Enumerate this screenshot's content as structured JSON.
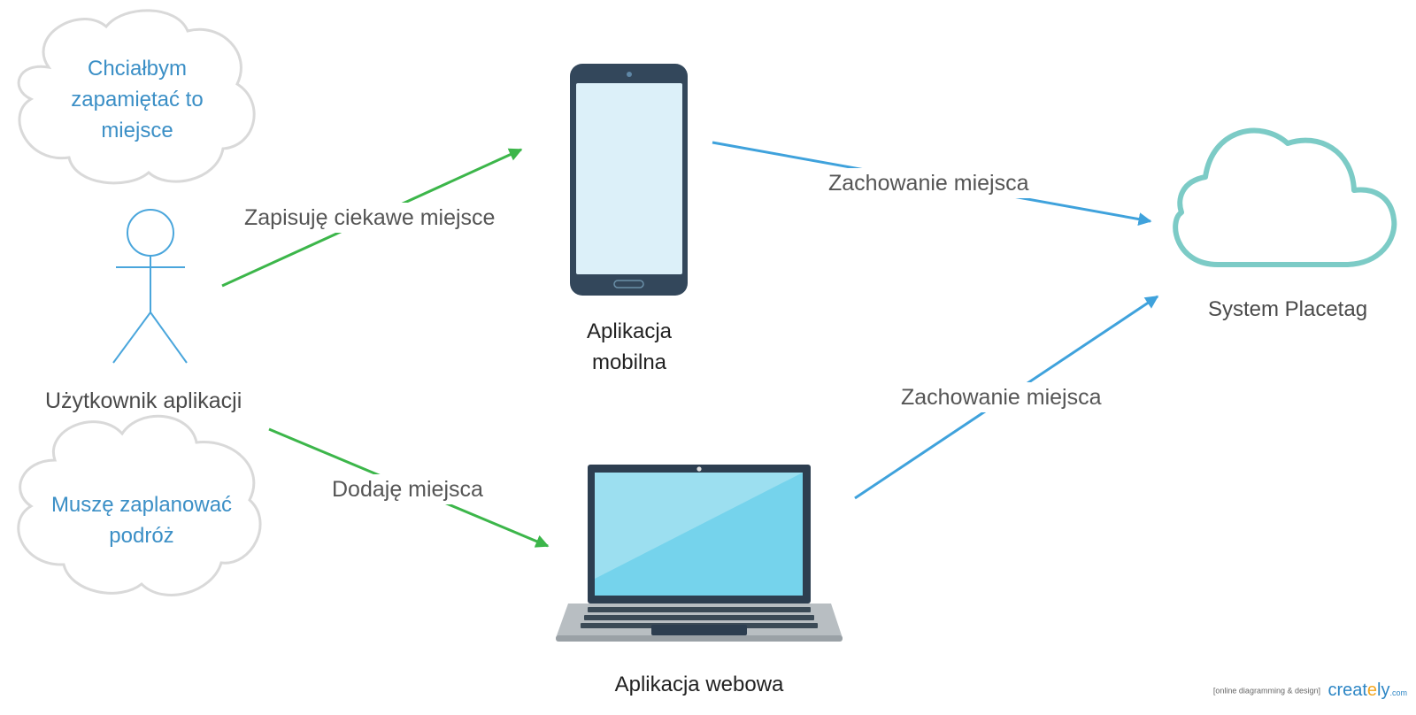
{
  "thoughts": {
    "top": "Chciałbym\nzapamiętać to\nmiejsce",
    "bottom": "Muszę zaplanować\npodróż"
  },
  "actor": {
    "label": "Użytkownik aplikacji"
  },
  "devices": {
    "mobile": {
      "label": "Aplikacja\nmobilna"
    },
    "web": {
      "label": "Aplikacja webowa"
    },
    "cloud": {
      "label": "System Placetag"
    }
  },
  "arrows": {
    "user_to_mobile": "Zapisuję ciekawe miejsce",
    "user_to_web": "Dodaję miejsca",
    "mobile_to_cloud": "Zachowanie miejsca",
    "web_to_cloud": "Zachowanie miejsca"
  },
  "colors": {
    "green": "#3cb64a",
    "blue": "#3fa2dc",
    "actor": "#4aa6dc",
    "cloud": "#7ccbc6",
    "thought_outline": "#d9d9d9"
  },
  "branding": {
    "tagline": "[online diagramming & design]",
    "logo_main": "creat",
    "logo_sun": "e",
    "logo_tail": "ly",
    "logo_domain": ".com"
  }
}
